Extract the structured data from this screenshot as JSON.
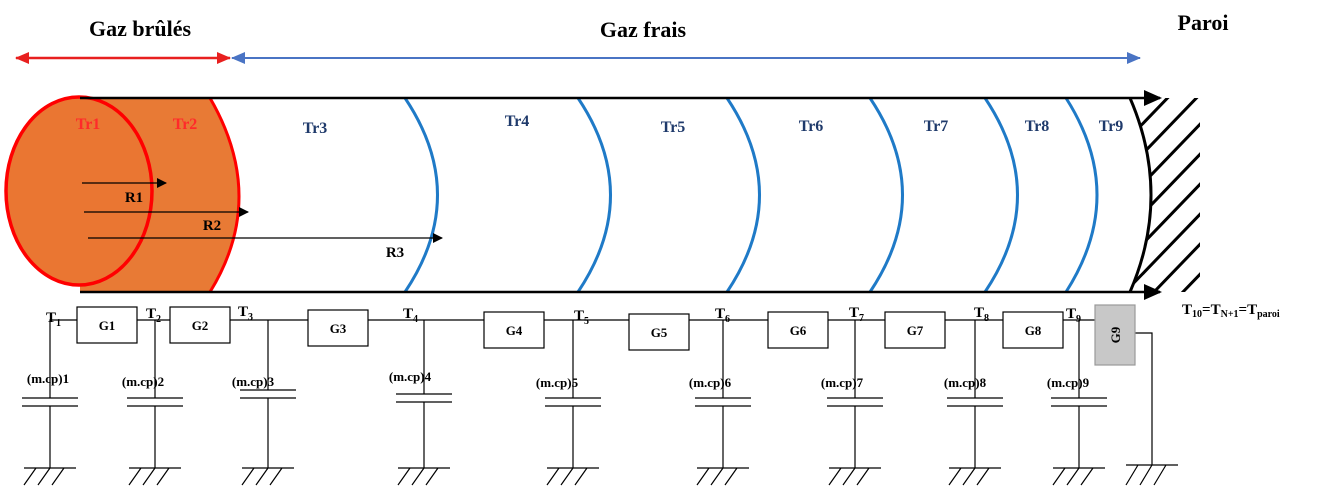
{
  "header": {
    "burnt_label": "Gaz brûlés",
    "fresh_label": "Gaz frais",
    "wall_label": "Paroi"
  },
  "zones": [
    "Tr1",
    "Tr2",
    "Tr3",
    "Tr4",
    "Tr5",
    "Tr6",
    "Tr7",
    "Tr8",
    "Tr9"
  ],
  "radii": [
    "R1",
    "R2",
    "R3"
  ],
  "nodes": [
    {
      "base": "T",
      "sub": "1"
    },
    {
      "base": "T",
      "sub": "2"
    },
    {
      "base": "T",
      "sub": "3"
    },
    {
      "base": "T",
      "sub": "4"
    },
    {
      "base": "T",
      "sub": "5"
    },
    {
      "base": "T",
      "sub": "6"
    },
    {
      "base": "T",
      "sub": "7"
    },
    {
      "base": "T",
      "sub": "8"
    },
    {
      "base": "T",
      "sub": "9"
    }
  ],
  "conductances": [
    "G1",
    "G2",
    "G3",
    "G4",
    "G5",
    "G6",
    "G7",
    "G8",
    "G9"
  ],
  "capacitances": [
    "(m.cp)1",
    "(m.cp)2",
    "(m.cp)3",
    "(m.cp)4",
    "(m.cp)5",
    "(m.cp)6",
    "(m.cp)7",
    "(m.cp)8",
    "(m.cp)9"
  ],
  "wall_temp": {
    "t": "T",
    "sub1": "10",
    "eq1": "=",
    "t2": "T",
    "sub2": "N+1",
    "eq2": "=",
    "t3": "T",
    "sub3": "paroi"
  },
  "colors": {
    "burnt_fill": "#e87a35",
    "burnt_stroke": "#ff0000",
    "flame_front": "#1f7ac7",
    "arrow_blue": "#4a74c4",
    "label_blue": "#1f3a6b",
    "g9_fill": "#c8c8c8"
  }
}
